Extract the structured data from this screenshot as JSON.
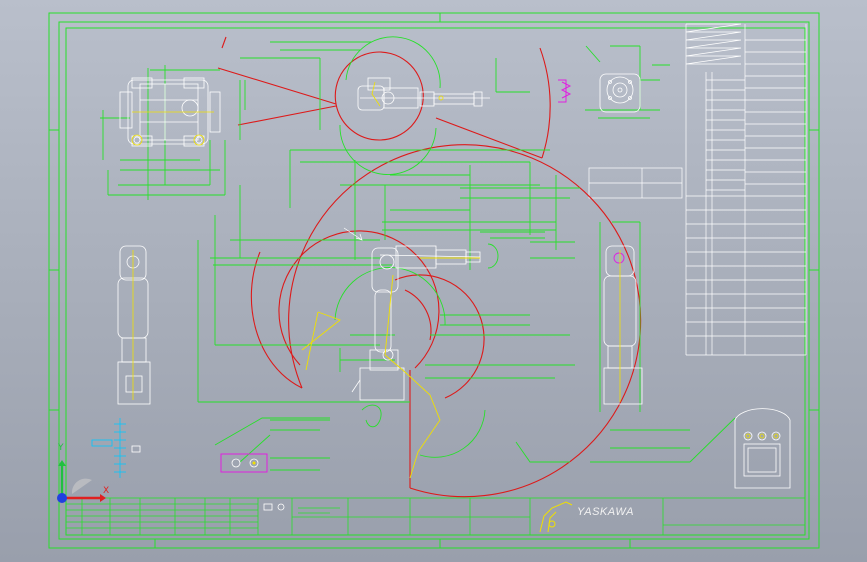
{
  "app": {
    "title_block": {
      "brand": "YASKAWA"
    }
  },
  "ucs": {
    "x_label": "X",
    "y_label": "Y",
    "x_color": "#e02020",
    "y_color": "#20c040",
    "z_color": "#2040e0"
  },
  "colors": {
    "border": "#27e02a",
    "outline": "#ffffff",
    "arc": "#dd1a1a",
    "centerline": "#f0e000",
    "highlight": "#e020e0",
    "dim": "#27e02a",
    "accent": "#00c8ff"
  }
}
